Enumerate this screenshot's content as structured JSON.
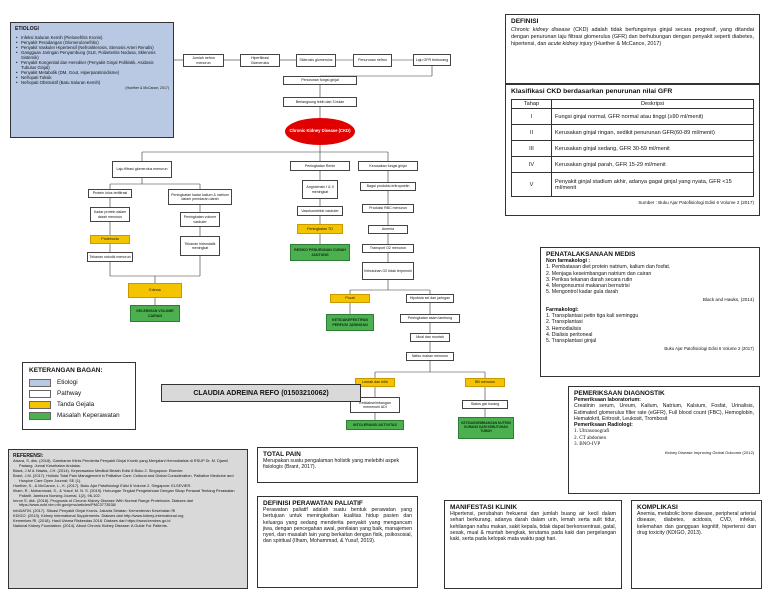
{
  "colors": {
    "etiologi": "#b9c9e3",
    "pathway": "#ffffff",
    "gejala": "#f5c400",
    "masalah": "#4caf50",
    "red": "#e00000"
  },
  "etiologi": {
    "title": "ETIOLOGI",
    "items": [
      "Infeksi Saluran Kemih (Pielonefritis Kronis)",
      "Penyakit Peradangan (Glomerulonefritis)",
      "Penyakit Vaskuler Hipertensif (Nefrosklerosis, Stenosis Arteri Renalis)",
      "Gangguan Jaringan Penyambung (SLE, Poliarteritis Nodusa, Sklerosis Sistemik)",
      "Penyakit Kongenital dan Herediter (Penyakit Ginjal Polikistik, Asidosis Tubulus Ginjal)",
      "Penyakit Metabolik (DM, Gout, Hiperparatiroidisme)",
      "Nefropati Toksik",
      "Nefropati Obstruktif (Batu Saluran Kemih)"
    ],
    "source": "(Huether & McCance, 2017)"
  },
  "flow": {
    "n1": "Jumlah nefron menurun",
    "n2": "Hiperfiltrasi Glomerulus",
    "n3": "Sklerosis glomerulus",
    "n4": "Penurunan nefron",
    "n5": "Laju GFR berkurang",
    "n6": "Penurunan fungsi ginjal",
    "n7": "Berlangsung lebih dari 3 bulan",
    "ckd": "Chronic Kidney Disease (CKD)",
    "a1": "Laju filtrasi glomerulus menurun",
    "a2": "Protein lolos terfiltrasi",
    "a3": "Kadar protein dalam darah menurun",
    "a4": "Proteinuria",
    "a5": "Tekanan onkotik menurun",
    "a6": "Peningkatan kadar kalium & natrium dalam peredaran darah",
    "a7": "Peningkatan volume vaskuler",
    "a8": "Tekanan hidrostatik meningkat",
    "a9": "Edema",
    "a10": "KELEBIHAN VOLUME CAIRAN",
    "b1": "Peningkatan Renin",
    "b2": "Angiotensin I & II meningkat",
    "b3": "Vasokonstriksi vaskuler",
    "b4": "Peningkatan TD",
    "b5": "RESIKO PENURUNAN CURAH JANTUNG",
    "c1": "Kerusakan fungsi ginjal",
    "c2": "Bagai produksi eritropoetin",
    "c3": "Produksi RBC menurun",
    "c4": "Anemia",
    "c5": "Transport O2 menurun",
    "c6": "Kebutuhan O2 tidak terpenuhi",
    "c7": "Pucat",
    "c8": "KETIDAKEFEKTIFAN PERFUSI JARINGAN",
    "c9": "Hipoksia sel dan jaringan",
    "c10": "Peningkatan asam lambung",
    "c11": "Mual dan muntah",
    "c12": "Nafsu makan menurun",
    "c13": "Lemah dan letih",
    "c14": "Ketidakseimbangan memenuhi ADI",
    "c15": "INTOLERANSI AKTIVITAS",
    "c16": "BB menurun",
    "c17": "Status gizi kurang",
    "c18": "KETIDAKSEIMBANGAN NUTRISI KURANG DARI KEBUTUHAN TUBUH"
  },
  "definisi": {
    "title": "DEFINISI",
    "term": "Chronic kidney disease",
    "text": " (CKD) adalah tidak berfungsinya ginjal secara progresif, yang ditandai dengan penurunan laju filtrasi glomerulus (GFR) dan berhubungan dengan penyakit seperti diabetes, hipertensi, dan ",
    "term2": "acute kidney injury",
    "cite": " (Huether & McCance, 2017)"
  },
  "klasifikasi": {
    "title": "Klasifikasi CKD berdasarkan penurunan nilai GFR",
    "headers": [
      "Tahap",
      "Deskripsi"
    ],
    "rows": [
      [
        "I",
        "Fungsi ginjal normal, GFR normal atau tinggi (≥90 ml/menit)"
      ],
      [
        "II",
        "Kerusakan ginjal ringan, sedikit penurunan GFR(60-89 ml/menit)"
      ],
      [
        "III",
        "Kerusakan ginjal sedang, GFR 30-59 ml/menit"
      ],
      [
        "IV",
        "Kerusakan ginjal parah, GFR 15-29 ml/menit"
      ],
      [
        "V",
        "Penyakit ginjal stadium akhir, adanya gagal ginjal yang nyata, GFR <15 ml/menit"
      ]
    ],
    "source": "Sumber : Buku Ajar Patofisiologi Edisi 6 Volume 2 (2017)"
  },
  "penatalaksanaan": {
    "title": "PENATALAKSANAAN MEDIS",
    "nonfarm_title": "Non farmakologi :",
    "nonfarm": [
      "1. Pembatasan diet protein natrium, kalium dan fosfat.",
      "2. Menjaga keseimbangan natrium dan cairan",
      "3. Periksa tekanan darah secara rutin",
      "4. Mengonsumsi makanan bernutrisi",
      "5. Mengontrol kadar gula darah"
    ],
    "nonfarm_src": "Black and Hawks, (2014)",
    "farm_title": "Farmakologi:",
    "farm": [
      "1. Transplantasi petin tiga kali seminggu",
      "2. Transplantasi",
      "3. Hemodialisis",
      "4. Dialisis peritoneal",
      "5. Transplantasi ginjal"
    ],
    "farm_src": "Buku Ajar Patofisiologi Edisi 6 Volume 2 (2017)"
  },
  "diagnostik": {
    "title": "PEMERIKSAAN DIAGNOSTIK",
    "lab_title": "Pemeriksaan laboratorium:",
    "lab": "Creatinin serum, Ureum, Kalium, Natrium, Kalsium, Fosfat, Urinalisis, Estimated glomerulus filter rate (eGFR), Full blood count (FBC), Hemoglobin, Hematokrit, Eritrosit, Leukosit, Trombosit",
    "rad_title": "Pemeriksaan Radiologi:",
    "rad": [
      "1. Ultrasonografi",
      "2. CT abdomen",
      "3. BNO-IVP"
    ],
    "source": "Kidney Disease Improving Global Outcome (2012)"
  },
  "keterangan": {
    "title": "KETERANGAN BAGAN:",
    "items": [
      {
        "label": "Etiologi",
        "key": "etiologi"
      },
      {
        "label": "Pathway",
        "key": "pathway"
      },
      {
        "label": "Tanda Gejala",
        "key": "gejala"
      },
      {
        "label": "Masalah Keperawatan",
        "key": "masalah"
      }
    ]
  },
  "author": "CLAUDIA ADREINA REFO (01503210062)",
  "referensi": {
    "title": "REFERENSI:",
    "items": [
      "Aisara, S, dkk. (2018). Gambaran Klinis Penderita Penyakit Ginjal Kronik yang Menjalani Hemodialisis di RSUP Dr. M. Djamil Padang. Jurnal Kesehatan Andalas.",
      "Black, J.M & Hawks, J.H. (2014). Keperawatan Medikal Bedah Edisi 8 Buku 2. Singapura: Elsevier.",
      "Brant, J.M. (2017). Holistic Total Pain Management in Palliative Care: Cultural and Global Consideration. Palliative Medicine and Hospice Care Open Journal; SE (1).",
      "Huether, S., & McCance, L., K. (2017). Buku Ajar Patofisiologi Edisi 6 Volume 2. Singapore: ELSEVIER.",
      "Ilham, R., Mohammad, S., & Yusuf, M. N. S. (2019). Hubungan Tingkat Pengetahuan Dengan Sikap Perawat Tentang Perawatan Paliatif. Jambura Nursing Journal, 1(2), 96-102.",
      "Imron S, dkk. (2018). Prognosis of Chronic Kidney Disease With Normal Range Proteinuria. Diakses dari https://www.ncbi.nlm.nih.gov/pmc/articles/PMC3773538/",
      "InfoDATIN. (2017). Situasi Penyakit Ginjal Kronis. Jakarta Selatan: Kementerian Kesehatan RI",
      "KDIGO. (2013). Kidney International Supplements. Diakses dari http://www.kidney-international.org",
      "Kemenkes RI. (2018). Hasil Utama Riskesdas 2018. Diakses dari https://www.kemkes.go.id",
      "National Kidney Foundation. (2014). About Chronic Kidney Disease: A Guide For Patients."
    ]
  },
  "totalpain": {
    "title": "TOTAL PAIN",
    "text": "Merupakan suatu pengalaman holistik yang melebihi aspek fisiologis (Brant, 2017)."
  },
  "paliatif": {
    "title": "DEFINISI PERAWATAN PALIATIF",
    "text": "Perawatan paliatif adalah suatu bentuk perawatan yang bertujuan untuk meningkatkan kualitas hidup pasien dan keluarga yang sedang menderita penyakit yang mengancam jiwa, dengan pencegahan awal, penilaian yang baik, manajemen nyeri, dan masalah lain yang berkaitan dengan fisik, psikososial, dan spiritual (Ilham, Mohammad, & Yusuf, 2019)."
  },
  "manifestasi": {
    "title": "MANIFESTASI KLINIK",
    "text": "Hipertensi, perubahan frekuensi dan jumlah buang air kecil dalam sehari berkurang, adanya darah dalam urin, lemah serta sulit tidur, kehilangan nafsu makan, sakit kepala, tidak dapat berkonsentrasi, gatal, sesak, mual & muntah bengkak, terutama pada kaki dan pergelangan kaki, serta pada kelopak mata waktu pagi hari."
  },
  "komplikasi": {
    "title": "KOMPLIKASI",
    "text": "Anemia, metabolic bone disease, peripheral arterial disease, diabetes, acidosis, CVD, infeksi, kelemahan dan gangguan kognitif, hipertensi dan drug toxicity (KDIGO, 2013)."
  }
}
